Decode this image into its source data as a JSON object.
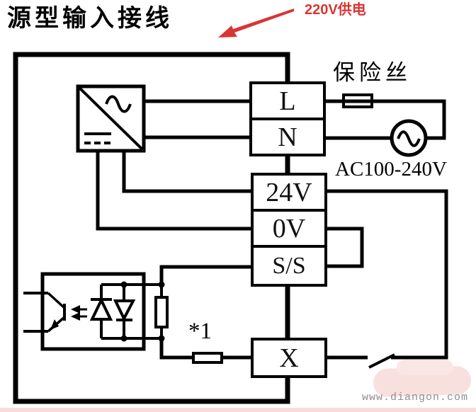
{
  "title": "源型输入接线",
  "annotation": {
    "text": "220V供电"
  },
  "labels": {
    "fuse": "保险丝",
    "ac_range": "AC100-240V",
    "resistor_note": "*1"
  },
  "terminals": [
    {
      "id": "L",
      "label": "L"
    },
    {
      "id": "N",
      "label": "N"
    },
    {
      "id": "24V",
      "label": "24V"
    },
    {
      "id": "0V",
      "label": "0V"
    },
    {
      "id": "S/S",
      "label": "S/S"
    },
    {
      "id": "X",
      "label": "X"
    }
  ],
  "watermark": {
    "text": "www.diangon.com"
  },
  "colors": {
    "line": "#000000",
    "annotation_red": "#d93535",
    "watermark_text": "#8f8f8f",
    "watermark_blob": "#f8e0de"
  }
}
